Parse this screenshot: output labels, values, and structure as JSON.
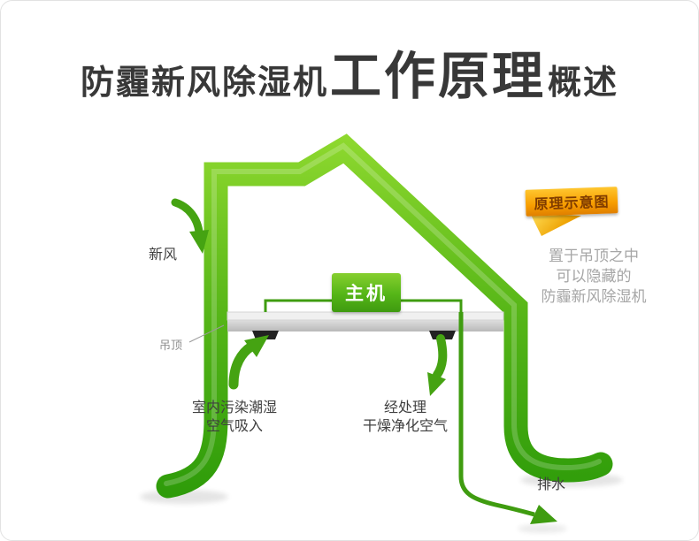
{
  "title": {
    "part1": "防霾新风除湿机",
    "part2": "工作原理",
    "part3": "概述"
  },
  "diagram": {
    "labels": {
      "fresh_air": "新风",
      "ceiling": "吊顶",
      "main_unit": "主机",
      "intake_line1": "室内污染潮湿",
      "intake_line2": "空气吸入",
      "processed_line1": "经处理",
      "processed_line2": "干燥净化空气",
      "drain": "排水"
    },
    "banner": {
      "label": "原理示意图"
    },
    "note": {
      "line1": "置于吊顶之中",
      "line2": "可以隐藏的",
      "line3": "防霾新风除湿机"
    }
  },
  "colors": {
    "ribbon_light": "#8fd92f",
    "ribbon_dark": "#2c9a09",
    "arrow_green": "#3f9c10",
    "unit_green_light": "#86cf2f",
    "unit_green_dark": "#3e9a10",
    "ceiling_gray": "#c9c9c9",
    "vent_black": "#222222",
    "banner_orange": "#f79d00",
    "banner_text_brown": "#803c00",
    "fold_gold": "#ffdd55",
    "note_gray": "#a6a6a6",
    "title_dark": "#383838"
  }
}
